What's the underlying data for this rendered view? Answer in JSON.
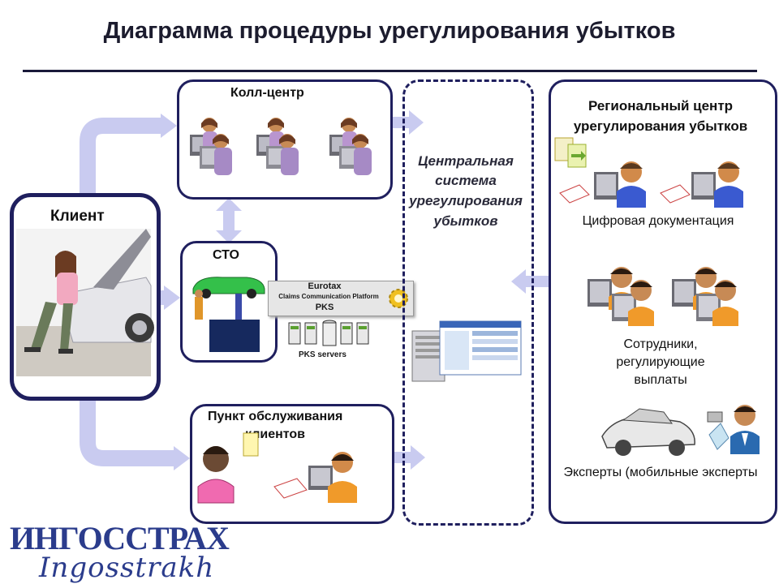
{
  "title": "Диаграмма процедуры урегулирования убытков",
  "client": {
    "label": "Клиент"
  },
  "call_center": {
    "label": "Колл-центр"
  },
  "sto": {
    "label": "СТО",
    "eurotax_line1": "Eurotax",
    "eurotax_line2": "Claims Communication Platform",
    "eurotax_line3": "PKS",
    "servers_label": "PKS servers"
  },
  "service_point": {
    "label_line1": "Пункт обслуживания",
    "label_line2": "клиентов"
  },
  "central_system": {
    "line1": "Центральная",
    "line2": "система",
    "line3": "урегулирования",
    "line4": "убытков"
  },
  "regional_center": {
    "title_line1": "Региональный центр",
    "title_line2": "урегулирования убытков",
    "digital_docs": "Цифровая документация",
    "staff_line1": "Сотрудники,",
    "staff_line2": "регулирующие",
    "staff_line3": "выплаты",
    "experts": "Эксперты (мобильные эксперты"
  },
  "logo": {
    "main": "ИНГОССТРАХ",
    "script": "Ingosstrakh"
  },
  "colors": {
    "border": "#1f1f5e",
    "arrow": "#c9cbf0",
    "accent_blue": "#2b3c8c"
  }
}
